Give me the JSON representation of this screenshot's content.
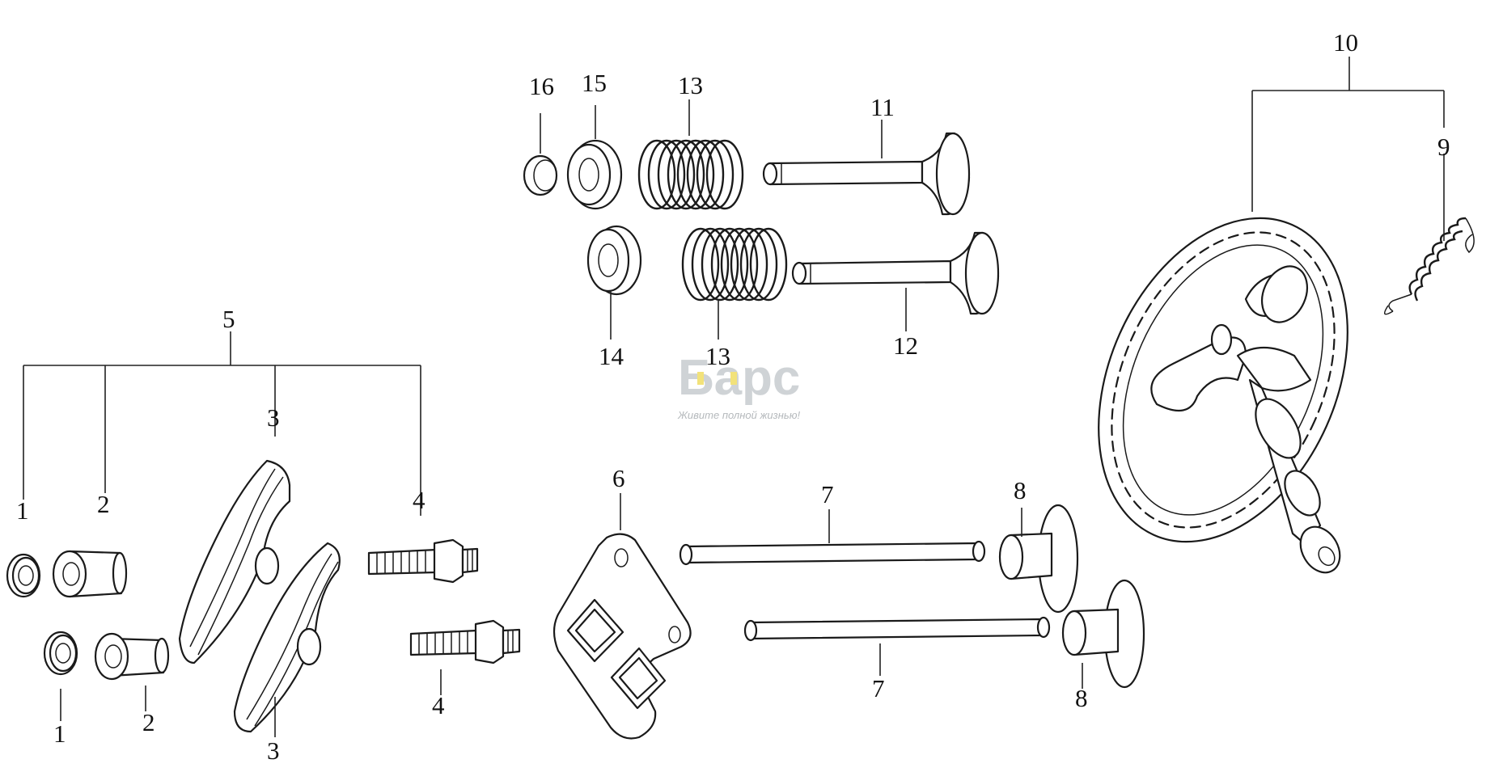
{
  "watermark": {
    "brand": "Барс",
    "tagline": "Живите полной жизнью!",
    "accent_color": "#f2e27a"
  },
  "callouts": {
    "n1a": "1",
    "n1b": "1",
    "n2a": "2",
    "n2b": "2",
    "n3a": "3",
    "n3b": "3",
    "n4a": "4",
    "n4b": "4",
    "n5": "5",
    "n6": "6",
    "n7a": "7",
    "n7b": "7",
    "n8a": "8",
    "n8b": "8",
    "n9": "9",
    "n10": "10",
    "n11": "11",
    "n12": "12",
    "n13a": "13",
    "n13b": "13",
    "n14": "14",
    "n15": "15",
    "n16": "16"
  }
}
